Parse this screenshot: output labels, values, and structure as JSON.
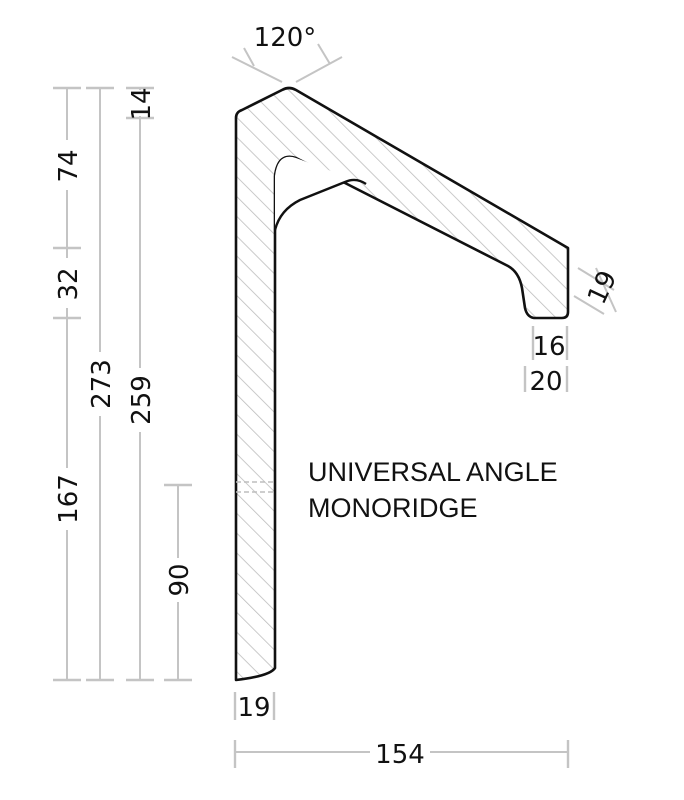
{
  "drawing": {
    "title_line1": "UNIVERSAL ANGLE",
    "title_line2": "MONORIDGE",
    "angle_label": "120°",
    "colors": {
      "outline": "#111111",
      "dimension_line": "#c4c4c4",
      "hatch": "#bdbdbd",
      "text": "#111111",
      "background": "#ffffff"
    }
  },
  "dimensions": {
    "vertical": {
      "seg_74": "74",
      "seg_32": "32",
      "seg_167": "167",
      "overall_273": "273",
      "overall_259": "259",
      "top_14": "14",
      "lower_90": "90"
    },
    "right_arm": {
      "thickness_19": "19",
      "tip_16": "16",
      "tip_20": "20"
    },
    "bottom": {
      "leg_thickness_19": "19",
      "overall_width_154": "154"
    }
  }
}
